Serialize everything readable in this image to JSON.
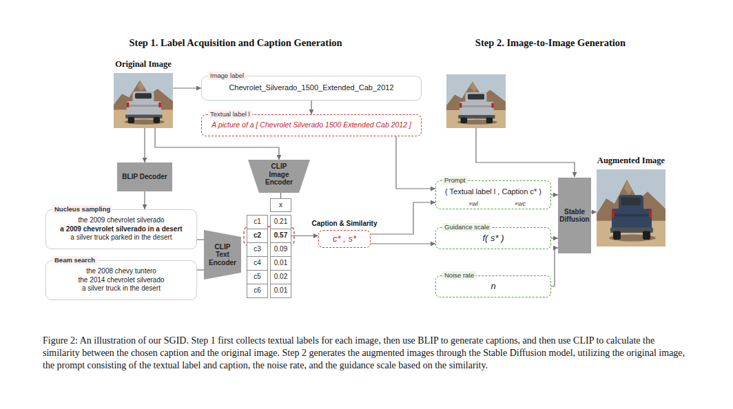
{
  "diagram": {
    "caption": "Figure 2: An illustration of our SGID. Step 1 first collects textual labels for each image, then use BLIP to generate captions, and then use CLIP to calculate the similarity between the chosen caption and the original image. Step 2 generates the augmented images through the Stable Diffusion model, utilizing the original image, the prompt consisting of the textual label and caption, the noise rate, and the guidance scale based on the similarity.",
    "nodes": [
      {
        "text": [
          "Step 1. Label Acquisition and Caption Generation"
        ]
      },
      {
        "text": [
          "Original Image"
        ],
        "in": 0
      },
      {
        "text": [
          "Image label",
          "Chevrolet_Silverado_1500_Extended_Cab_2012"
        ],
        "in": 0
      },
      {
        "text": [
          "Textual label l",
          "A picture of a [ Chevrolet Silverado 1500 Extended Cab 2012 ]"
        ],
        "in": 0
      },
      {
        "text": [
          "BLIP Decoder"
        ],
        "in": 0
      },
      {
        "text": [
          "CLIP Image Encoder"
        ],
        "in": 0
      },
      {
        "text": [
          "x"
        ],
        "in": 0
      },
      {
        "text": [
          "c1"
        ],
        "in": 0
      },
      {
        "text": [
          "0.21"
        ],
        "in": 0
      },
      {
        "text": [
          "c2"
        ],
        "in": 0
      },
      {
        "text": [
          "0.57"
        ],
        "in": 0
      },
      {
        "text": [
          "c3"
        ],
        "in": 0
      },
      {
        "text": [
          "0.09"
        ],
        "in": 0
      },
      {
        "text": [
          "c4"
        ],
        "in": 0
      },
      {
        "text": [
          "0.01"
        ],
        "in": 0
      },
      {
        "text": [
          "c5"
        ],
        "in": 0
      },
      {
        "text": [
          "0.02"
        ],
        "in": 0
      },
      {
        "text": [
          "c6"
        ],
        "in": 0
      },
      {
        "text": [
          "0.01"
        ],
        "in": 0
      },
      {
        "text": [
          "Nucleus sampling",
          "the 2009 chevrolet silverado",
          "a 2009 chevrolet silverado in a desert",
          "a silver truck parked in the desert"
        ],
        "in": 0
      },
      {
        "text": [
          "Beam search",
          "the 2008 chevy tuntero",
          "the 2014 chevrolet silverado",
          "a silver truck in the desert"
        ],
        "in": 0
      },
      {
        "text": [
          "CLIP Text Encoder"
        ],
        "in": 0
      },
      {
        "text": [
          "Caption & Similarity",
          "c* , s*"
        ],
        "in": 0
      },
      {
        "text": [
          "Step 2. Image-to-Image Generation"
        ]
      },
      {
        "text": [
          "Prompt",
          "( Textual label l , Caption c* )",
          "×wl",
          "×wc"
        ],
        "in": 23
      },
      {
        "text": [
          "Guidance scale",
          "f( s* )"
        ],
        "in": 23
      },
      {
        "text": [
          "Noise rate",
          "n"
        ],
        "in": 23
      },
      {
        "text": [
          "Stable Diffusion"
        ],
        "in": 23
      },
      {
        "text": [
          "Augmented Image"
        ],
        "in": 23
      }
    ],
    "edges": [
      {
        "from": 1,
        "to": 2,
        "arrow": "to"
      },
      {
        "from": 2,
        "to": 3,
        "arrow": "to"
      },
      {
        "from": 1,
        "to": 4,
        "arrow": "to"
      },
      {
        "from": 1,
        "to": 5,
        "arrow": "to"
      },
      {
        "from": 4,
        "to": 19,
        "arrow": "to"
      },
      {
        "from": 19,
        "to": 21,
        "arrow": "none"
      },
      {
        "from": 20,
        "to": 21,
        "arrow": "none"
      },
      {
        "from": 5,
        "to": 6,
        "arrow": "none"
      },
      {
        "from": 10,
        "to": 22,
        "arrow": "to"
      },
      {
        "from": 3,
        "to": 24,
        "arrow": "to"
      },
      {
        "from": 22,
        "to": 24,
        "arrow": "to"
      },
      {
        "from": 22,
        "to": 25,
        "arrow": "to"
      },
      {
        "from": 24,
        "to": 27,
        "arrow": "to"
      },
      {
        "from": 25,
        "to": 27,
        "arrow": "to"
      },
      {
        "from": 26,
        "to": 27,
        "arrow": "to"
      },
      {
        "from": 27,
        "to": 28,
        "arrow": "to"
      }
    ]
  }
}
